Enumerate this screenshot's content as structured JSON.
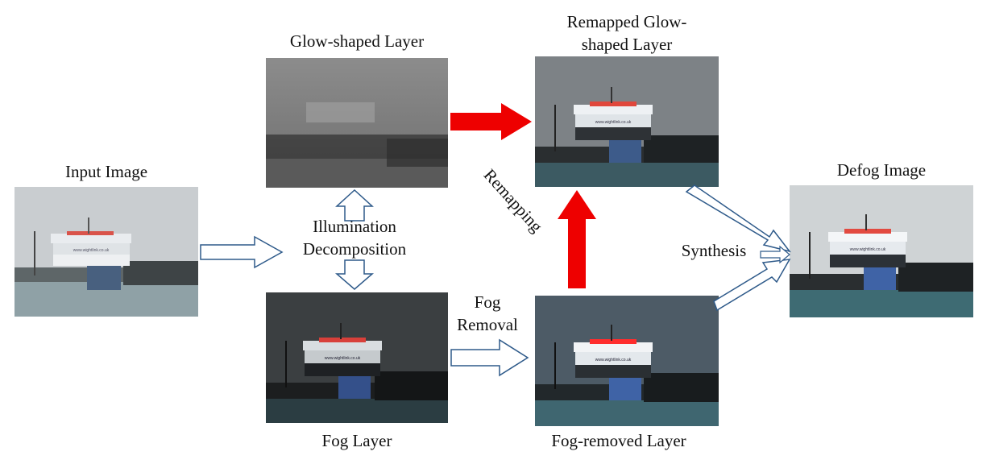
{
  "labels": {
    "input": "Input Image",
    "glow": "Glow-shaped Layer",
    "remapped_line1": "Remapped Glow-",
    "remapped_line2": "shaped Layer",
    "defog": "Defog Image",
    "illum_line1": "Illumination",
    "illum_line2": "Decomposition",
    "remapping": "Remapping",
    "synthesis": "Synthesis",
    "fog_removal_line1": "Fog",
    "fog_removal_line2": "Removal",
    "fog_layer": "Fog Layer",
    "fog_removed": "Fog-removed Layer"
  },
  "ship_text": "www.wightlink.co.uk",
  "colors": {
    "red_arrow": "#ee0000",
    "outline_arrow": "#2e5a8a",
    "stripe": "#e0473c"
  }
}
